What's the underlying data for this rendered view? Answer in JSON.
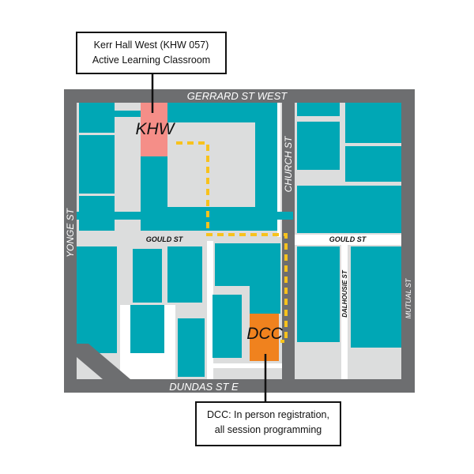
{
  "callouts": {
    "khw": {
      "line1": "Kerr Hall West (KHW 057)",
      "line2": "Active Learning Classroom"
    },
    "dcc": {
      "line1": "DCC: In person registration,",
      "line2": "all session programming"
    }
  },
  "buildings": {
    "khw": "KHW",
    "dcc": "DCC"
  },
  "streets": {
    "gerrard": "GERRARD ST WEST",
    "dundas": "DUNDAS ST E",
    "yonge": "YONGE ST",
    "church": "CHURCH ST",
    "gould_west": "GOULD ST",
    "gould_east": "GOULD ST",
    "dalhousie": "DALHOUSIE ST",
    "mutual": "MUTUAL ST"
  },
  "colors": {
    "road": "#6d6e70",
    "block": "#dcdddd",
    "building": "#00a7b5",
    "khw": "#f58e88",
    "dcc": "#f0821e",
    "path": "#f8c21c"
  }
}
